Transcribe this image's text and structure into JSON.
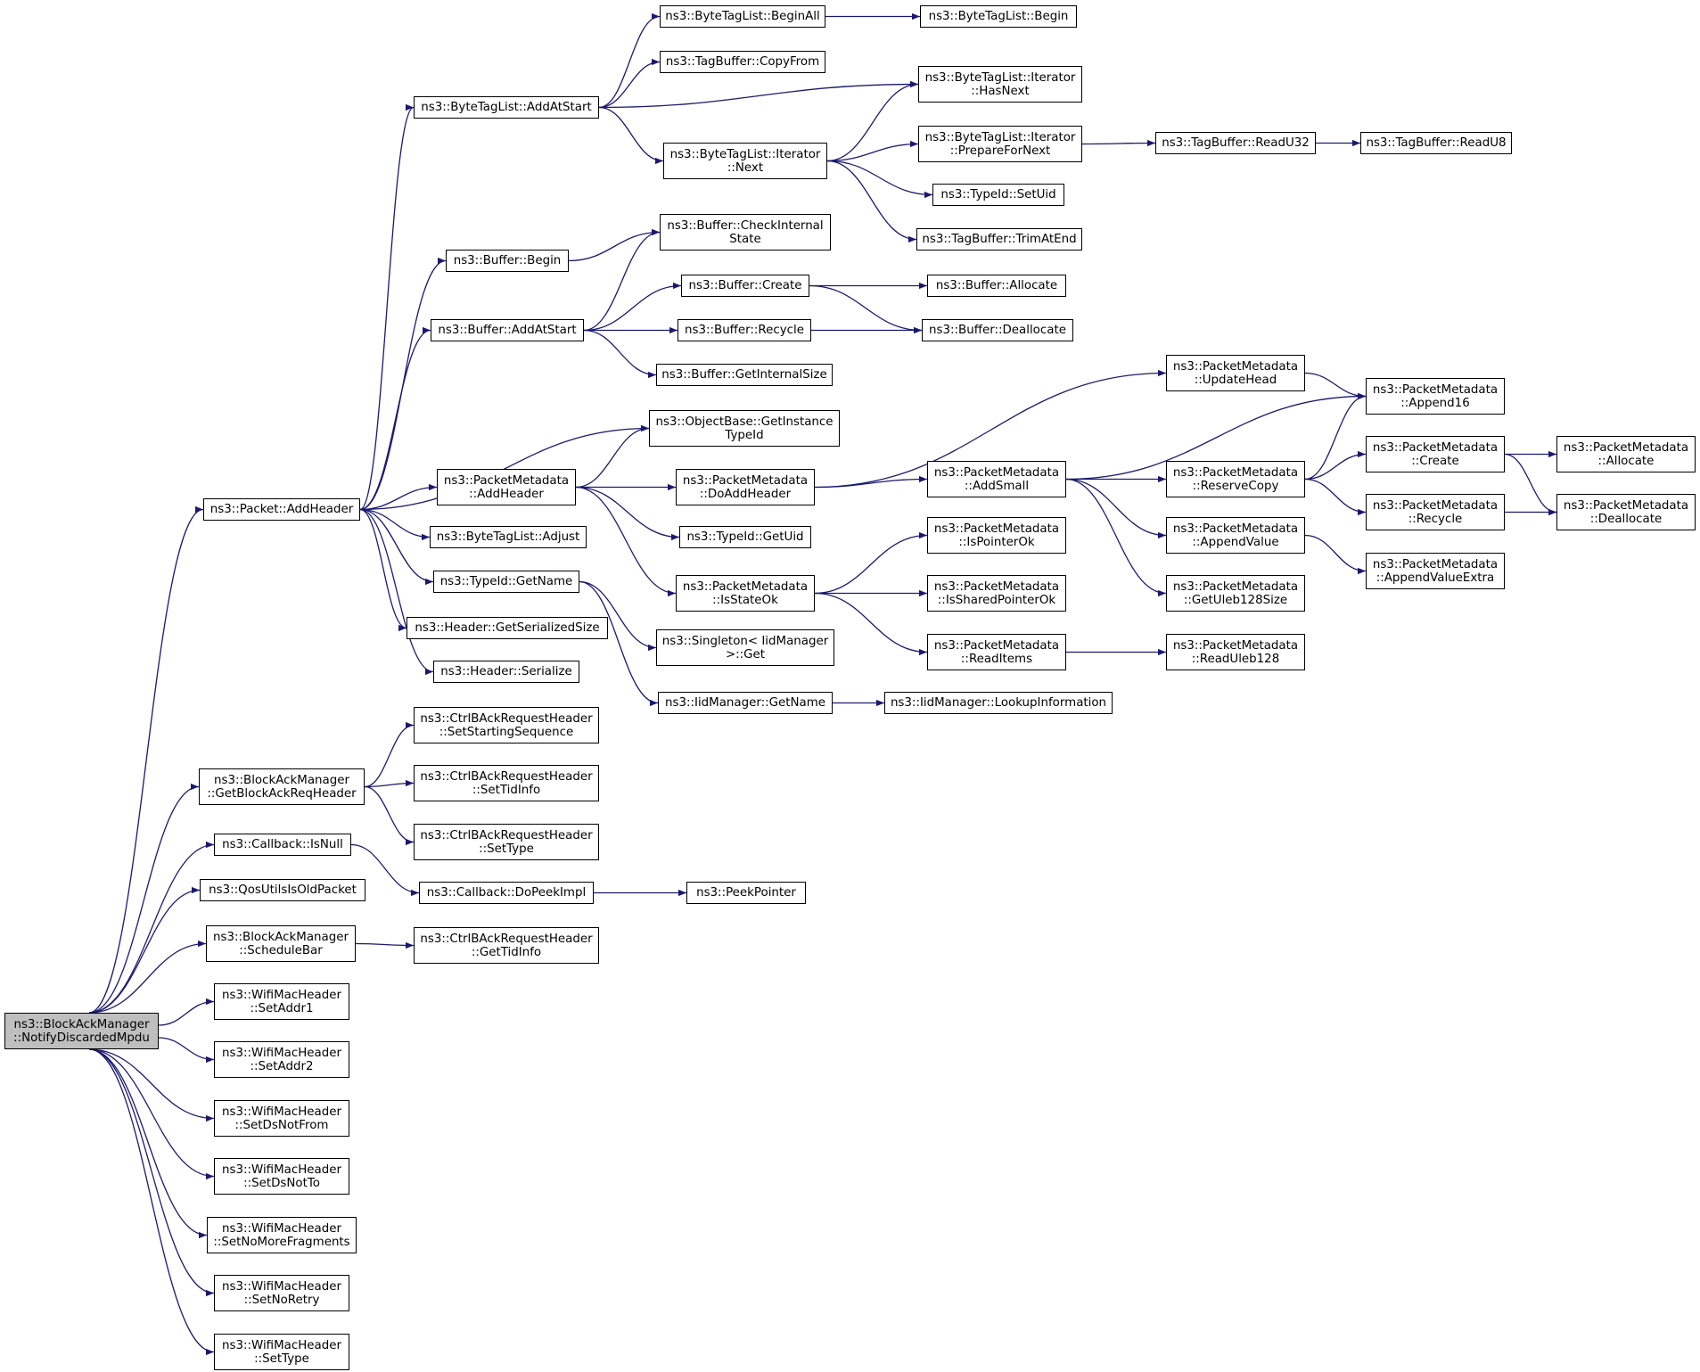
{
  "graph": {
    "edge_color": "#191970",
    "root_fill": "#bfbfbf",
    "node_fill": "#ffffff",
    "nodes": [
      {
        "id": "root",
        "lines": [
          "ns3::BlockAckManager",
          "::NotifyDiscardedMpdu"
        ],
        "root": true
      },
      {
        "id": "addheader",
        "lines": [
          "ns3::Packet::AddHeader"
        ]
      },
      {
        "id": "getbar",
        "lines": [
          "ns3::BlockAckManager",
          "::GetBlockAckReqHeader"
        ]
      },
      {
        "id": "cbisnull",
        "lines": [
          "ns3::Callback::IsNull"
        ]
      },
      {
        "id": "qosold",
        "lines": [
          "ns3::QosUtilsIsOldPacket"
        ]
      },
      {
        "id": "schedbar",
        "lines": [
          "ns3::BlockAckManager",
          "::ScheduleBar"
        ]
      },
      {
        "id": "setaddr1",
        "lines": [
          "ns3::WifiMacHeader",
          "::SetAddr1"
        ]
      },
      {
        "id": "setaddr2",
        "lines": [
          "ns3::WifiMacHeader",
          "::SetAddr2"
        ]
      },
      {
        "id": "setdsnotfrom",
        "lines": [
          "ns3::WifiMacHeader",
          "::SetDsNotFrom"
        ]
      },
      {
        "id": "setdsnotto",
        "lines": [
          "ns3::WifiMacHeader",
          "::SetDsNotTo"
        ]
      },
      {
        "id": "setnomorefrag",
        "lines": [
          "ns3::WifiMacHeader",
          "::SetNoMoreFragments"
        ]
      },
      {
        "id": "setnoretry",
        "lines": [
          "ns3::WifiMacHeader",
          "::SetNoRetry"
        ]
      },
      {
        "id": "settype",
        "lines": [
          "ns3::WifiMacHeader",
          "::SetType"
        ]
      },
      {
        "id": "btl_addatstart",
        "lines": [
          "ns3::ByteTagList::AddAtStart"
        ]
      },
      {
        "id": "buf_begin",
        "lines": [
          "ns3::Buffer::Begin"
        ]
      },
      {
        "id": "buf_addatstart",
        "lines": [
          "ns3::Buffer::AddAtStart"
        ]
      },
      {
        "id": "pm_addheader",
        "lines": [
          "ns3::PacketMetadata",
          "::AddHeader"
        ]
      },
      {
        "id": "btl_adjust",
        "lines": [
          "ns3::ByteTagList::Adjust"
        ]
      },
      {
        "id": "typeid_getname",
        "lines": [
          "ns3::TypeId::GetName"
        ]
      },
      {
        "id": "hdr_getsersize",
        "lines": [
          "ns3::Header::GetSerializedSize"
        ]
      },
      {
        "id": "hdr_serialize",
        "lines": [
          "ns3::Header::Serialize"
        ]
      },
      {
        "id": "cbar_setstartseq",
        "lines": [
          "ns3::CtrlBAckRequestHeader",
          "::SetStartingSequence"
        ]
      },
      {
        "id": "cbar_settidinfo",
        "lines": [
          "ns3::CtrlBAckRequestHeader",
          "::SetTidInfo"
        ]
      },
      {
        "id": "cbar_settype",
        "lines": [
          "ns3::CtrlBAckRequestHeader",
          "::SetType"
        ]
      },
      {
        "id": "cb_dopeekimpl",
        "lines": [
          "ns3::Callback::DoPeekImpl"
        ]
      },
      {
        "id": "cbar_gettidinfo",
        "lines": [
          "ns3::CtrlBAckRequestHeader",
          "::GetTidInfo"
        ]
      },
      {
        "id": "btl_beginall",
        "lines": [
          "ns3::ByteTagList::BeginAll"
        ]
      },
      {
        "id": "tb_copyfrom",
        "lines": [
          "ns3::TagBuffer::CopyFrom"
        ]
      },
      {
        "id": "btl_it_next",
        "lines": [
          "ns3::ByteTagList::Iterator",
          "::Next"
        ]
      },
      {
        "id": "buf_checkint",
        "lines": [
          "ns3::Buffer::CheckInternal",
          "State"
        ]
      },
      {
        "id": "buf_create",
        "lines": [
          "ns3::Buffer::Create"
        ]
      },
      {
        "id": "buf_recycle",
        "lines": [
          "ns3::Buffer::Recycle"
        ]
      },
      {
        "id": "buf_getintsize",
        "lines": [
          "ns3::Buffer::GetInternalSize"
        ]
      },
      {
        "id": "ob_getinst",
        "lines": [
          "ns3::ObjectBase::GetInstance",
          "TypeId"
        ]
      },
      {
        "id": "pm_doaddheader",
        "lines": [
          "ns3::PacketMetadata",
          "::DoAddHeader"
        ]
      },
      {
        "id": "typeid_getuid",
        "lines": [
          "ns3::TypeId::GetUid"
        ]
      },
      {
        "id": "pm_isstateok",
        "lines": [
          "ns3::PacketMetadata",
          "::IsStateOk"
        ]
      },
      {
        "id": "singleton_get",
        "lines": [
          "ns3::Singleton< IidManager",
          ">::Get"
        ]
      },
      {
        "id": "iid_getname",
        "lines": [
          "ns3::IidManager::GetName"
        ]
      },
      {
        "id": "peekpointer",
        "lines": [
          "ns3::PeekPointer"
        ]
      },
      {
        "id": "btl_begin",
        "lines": [
          "ns3::ByteTagList::Begin"
        ]
      },
      {
        "id": "btl_it_hasnext",
        "lines": [
          "ns3::ByteTagList::Iterator",
          "::HasNext"
        ]
      },
      {
        "id": "btl_it_prepnext",
        "lines": [
          "ns3::ByteTagList::Iterator",
          "::PrepareForNext"
        ]
      },
      {
        "id": "typeid_setuid",
        "lines": [
          "ns3::TypeId::SetUid"
        ]
      },
      {
        "id": "tb_trimatend",
        "lines": [
          "ns3::TagBuffer::TrimAtEnd"
        ]
      },
      {
        "id": "buf_allocate",
        "lines": [
          "ns3::Buffer::Allocate"
        ]
      },
      {
        "id": "buf_deallocate",
        "lines": [
          "ns3::Buffer::Deallocate"
        ]
      },
      {
        "id": "pm_addsmall",
        "lines": [
          "ns3::PacketMetadata",
          "::AddSmall"
        ]
      },
      {
        "id": "pm_ispointerok",
        "lines": [
          "ns3::PacketMetadata",
          "::IsPointerOk"
        ]
      },
      {
        "id": "pm_issharedptrok",
        "lines": [
          "ns3::PacketMetadata",
          "::IsSharedPointerOk"
        ]
      },
      {
        "id": "pm_readitems",
        "lines": [
          "ns3::PacketMetadata",
          "::ReadItems"
        ]
      },
      {
        "id": "iid_lookupinfo",
        "lines": [
          "ns3::IidManager::LookupInformation"
        ]
      },
      {
        "id": "tb_readu32",
        "lines": [
          "ns3::TagBuffer::ReadU32"
        ]
      },
      {
        "id": "pm_updatehead",
        "lines": [
          "ns3::PacketMetadata",
          "::UpdateHead"
        ]
      },
      {
        "id": "pm_reservecopy",
        "lines": [
          "ns3::PacketMetadata",
          "::ReserveCopy"
        ]
      },
      {
        "id": "pm_appendvalue",
        "lines": [
          "ns3::PacketMetadata",
          "::AppendValue"
        ]
      },
      {
        "id": "pm_getuleb128size",
        "lines": [
          "ns3::PacketMetadata",
          "::GetUleb128Size"
        ]
      },
      {
        "id": "pm_readuleb128",
        "lines": [
          "ns3::PacketMetadata",
          "::ReadUleb128"
        ]
      },
      {
        "id": "tb_readu8",
        "lines": [
          "ns3::TagBuffer::ReadU8"
        ]
      },
      {
        "id": "pm_append16",
        "lines": [
          "ns3::PacketMetadata",
          "::Append16"
        ]
      },
      {
        "id": "pm_create",
        "lines": [
          "ns3::PacketMetadata",
          "::Create"
        ]
      },
      {
        "id": "pm_recycle",
        "lines": [
          "ns3::PacketMetadata",
          "::Recycle"
        ]
      },
      {
        "id": "pm_appendvalueextra",
        "lines": [
          "ns3::PacketMetadata",
          "::AppendValueExtra"
        ]
      },
      {
        "id": "pm_allocate",
        "lines": [
          "ns3::PacketMetadata",
          "::Allocate"
        ]
      },
      {
        "id": "pm_deallocate",
        "lines": [
          "ns3::PacketMetadata",
          "::Deallocate"
        ]
      }
    ],
    "edges": [
      [
        "root",
        "addheader"
      ],
      [
        "root",
        "getbar"
      ],
      [
        "root",
        "cbisnull"
      ],
      [
        "root",
        "qosold"
      ],
      [
        "root",
        "schedbar"
      ],
      [
        "root",
        "setaddr1"
      ],
      [
        "root",
        "setaddr2"
      ],
      [
        "root",
        "setdsnotfrom"
      ],
      [
        "root",
        "setdsnotto"
      ],
      [
        "root",
        "setnomorefrag"
      ],
      [
        "root",
        "setnoretry"
      ],
      [
        "root",
        "settype"
      ],
      [
        "addheader",
        "btl_addatstart"
      ],
      [
        "addheader",
        "buf_begin"
      ],
      [
        "addheader",
        "buf_addatstart"
      ],
      [
        "addheader",
        "ob_getinst"
      ],
      [
        "addheader",
        "pm_addheader"
      ],
      [
        "addheader",
        "btl_adjust"
      ],
      [
        "addheader",
        "typeid_getname"
      ],
      [
        "addheader",
        "hdr_getsersize"
      ],
      [
        "addheader",
        "hdr_serialize"
      ],
      [
        "btl_addatstart",
        "btl_beginall"
      ],
      [
        "btl_addatstart",
        "tb_copyfrom"
      ],
      [
        "btl_addatstart",
        "btl_it_hasnext"
      ],
      [
        "btl_addatstart",
        "btl_it_next"
      ],
      [
        "btl_beginall",
        "btl_begin"
      ],
      [
        "btl_it_next",
        "btl_it_hasnext"
      ],
      [
        "btl_it_next",
        "btl_it_prepnext"
      ],
      [
        "btl_it_next",
        "typeid_setuid"
      ],
      [
        "btl_it_next",
        "tb_trimatend"
      ],
      [
        "btl_it_prepnext",
        "tb_readu32"
      ],
      [
        "tb_readu32",
        "tb_readu8"
      ],
      [
        "buf_begin",
        "buf_checkint"
      ],
      [
        "buf_addatstart",
        "buf_checkint"
      ],
      [
        "buf_addatstart",
        "buf_create"
      ],
      [
        "buf_addatstart",
        "buf_recycle"
      ],
      [
        "buf_addatstart",
        "buf_getintsize"
      ],
      [
        "buf_create",
        "buf_allocate"
      ],
      [
        "buf_create",
        "buf_deallocate"
      ],
      [
        "buf_recycle",
        "buf_deallocate"
      ],
      [
        "pm_addheader",
        "ob_getinst"
      ],
      [
        "pm_addheader",
        "pm_doaddheader"
      ],
      [
        "pm_addheader",
        "typeid_getuid"
      ],
      [
        "pm_addheader",
        "pm_isstateok"
      ],
      [
        "pm_doaddheader",
        "pm_updatehead"
      ],
      [
        "pm_doaddheader",
        "pm_addsmall"
      ],
      [
        "pm_updatehead",
        "pm_append16"
      ],
      [
        "pm_addsmall",
        "pm_append16"
      ],
      [
        "pm_addsmall",
        "pm_reservecopy"
      ],
      [
        "pm_addsmall",
        "pm_appendvalue"
      ],
      [
        "pm_addsmall",
        "pm_getuleb128size"
      ],
      [
        "pm_reservecopy",
        "pm_append16"
      ],
      [
        "pm_reservecopy",
        "pm_create"
      ],
      [
        "pm_reservecopy",
        "pm_recycle"
      ],
      [
        "pm_create",
        "pm_allocate"
      ],
      [
        "pm_create",
        "pm_deallocate"
      ],
      [
        "pm_recycle",
        "pm_deallocate"
      ],
      [
        "pm_appendvalue",
        "pm_appendvalueextra"
      ],
      [
        "pm_isstateok",
        "pm_ispointerok"
      ],
      [
        "pm_isstateok",
        "pm_issharedptrok"
      ],
      [
        "pm_isstateok",
        "pm_readitems"
      ],
      [
        "pm_readitems",
        "pm_readuleb128"
      ],
      [
        "typeid_getname",
        "singleton_get"
      ],
      [
        "typeid_getname",
        "iid_getname"
      ],
      [
        "iid_getname",
        "iid_lookupinfo"
      ],
      [
        "getbar",
        "cbar_setstartseq"
      ],
      [
        "getbar",
        "cbar_settidinfo"
      ],
      [
        "getbar",
        "cbar_settype"
      ],
      [
        "cbisnull",
        "cb_dopeekimpl"
      ],
      [
        "cb_dopeekimpl",
        "peekpointer"
      ],
      [
        "schedbar",
        "cbar_gettidinfo"
      ]
    ]
  }
}
